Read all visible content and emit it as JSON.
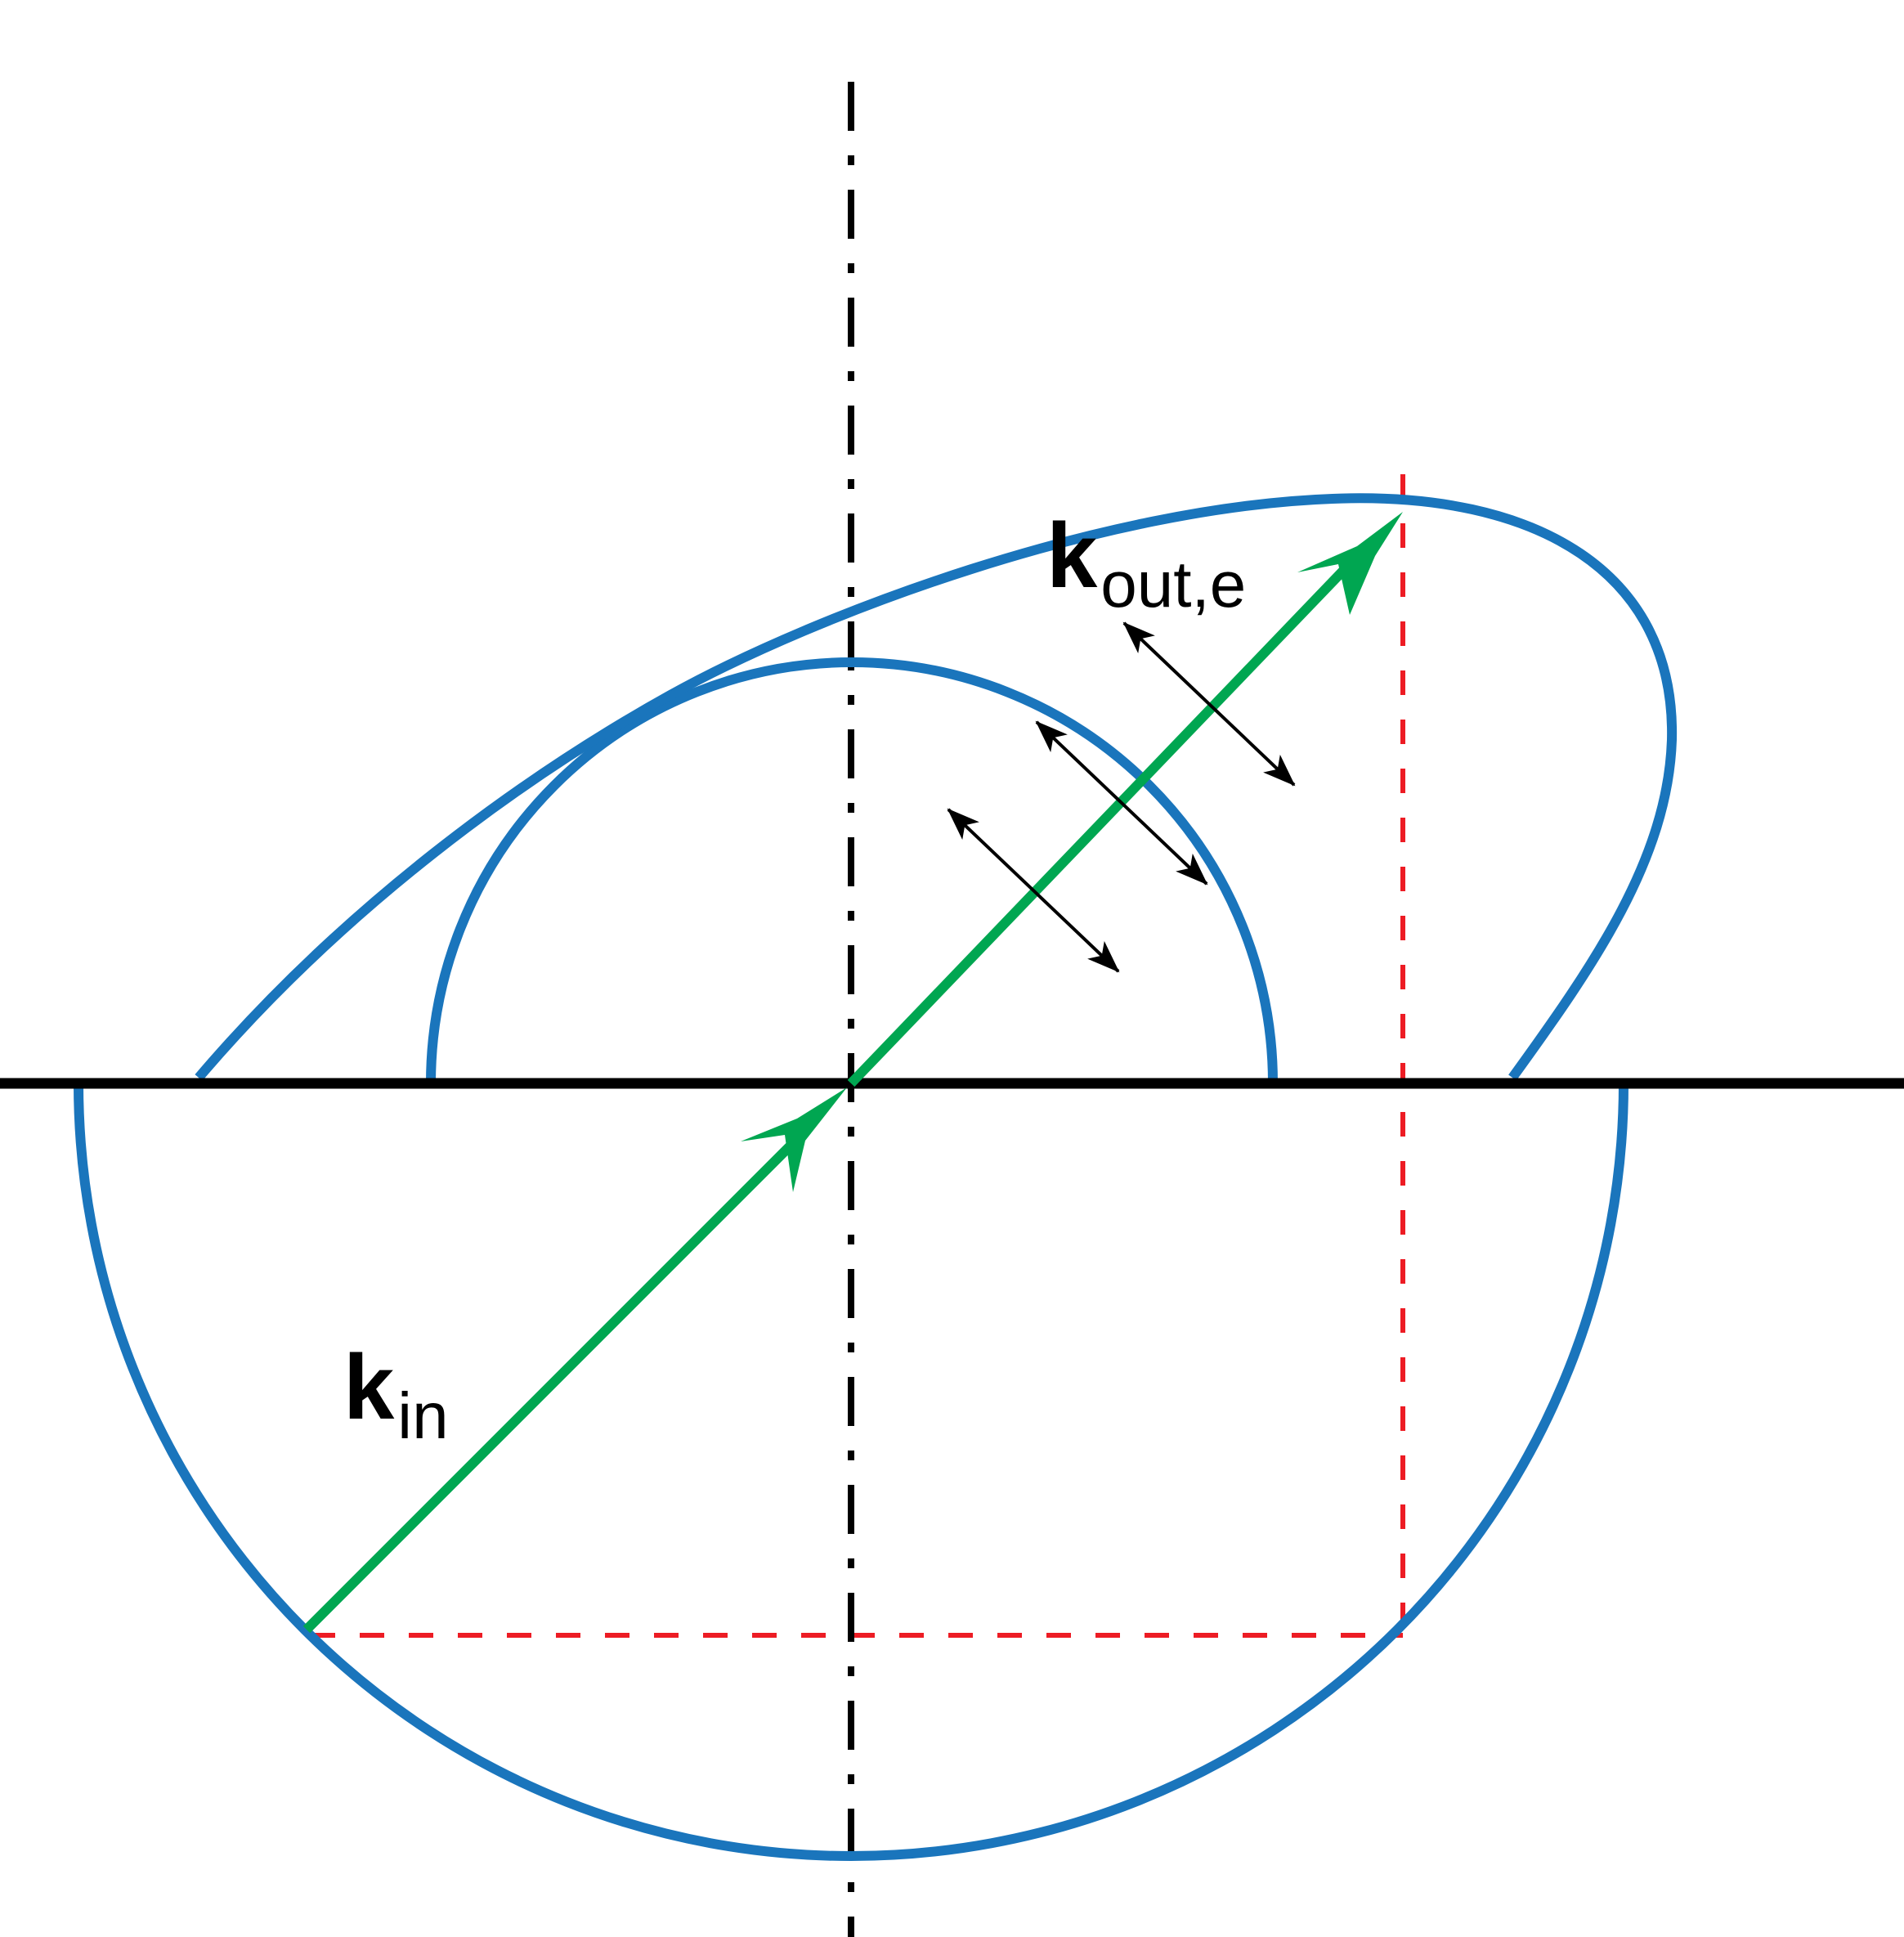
{
  "diagram": {
    "title": "",
    "labels": {
      "k_in": {
        "main": "k",
        "sub": "in"
      },
      "k_out": {
        "main": "k",
        "sub": "out,e"
      }
    },
    "colors": {
      "surfaces": "#1a75bc",
      "wavevectors": "#00a651",
      "projection_lines": "#ed1c24",
      "axes": "#000000",
      "polarization_arrows": "#000000",
      "background": "#ffffff"
    },
    "elements": [
      {
        "name": "interface-line",
        "type": "horizontal line",
        "style": "solid black"
      },
      {
        "name": "normal-axis",
        "type": "vertical line",
        "style": "dash-dot black"
      },
      {
        "name": "lower-semicircle",
        "type": "index surface (incident medium)",
        "color": "blue"
      },
      {
        "name": "inner-semicircle",
        "type": "ordinary index surface",
        "color": "blue"
      },
      {
        "name": "outer-ellipse",
        "type": "extraordinary index surface",
        "color": "blue"
      },
      {
        "name": "k-in-arrow",
        "type": "incident wavevector",
        "color": "green"
      },
      {
        "name": "k-out-arrow",
        "type": "extraordinary output wavevector",
        "color": "green"
      },
      {
        "name": "tangential-match-lines",
        "type": "red dashed projection lines",
        "color": "red"
      },
      {
        "name": "polarization-arrows",
        "count": 3,
        "type": "double-headed black arrows perpendicular to k"
      }
    ]
  }
}
